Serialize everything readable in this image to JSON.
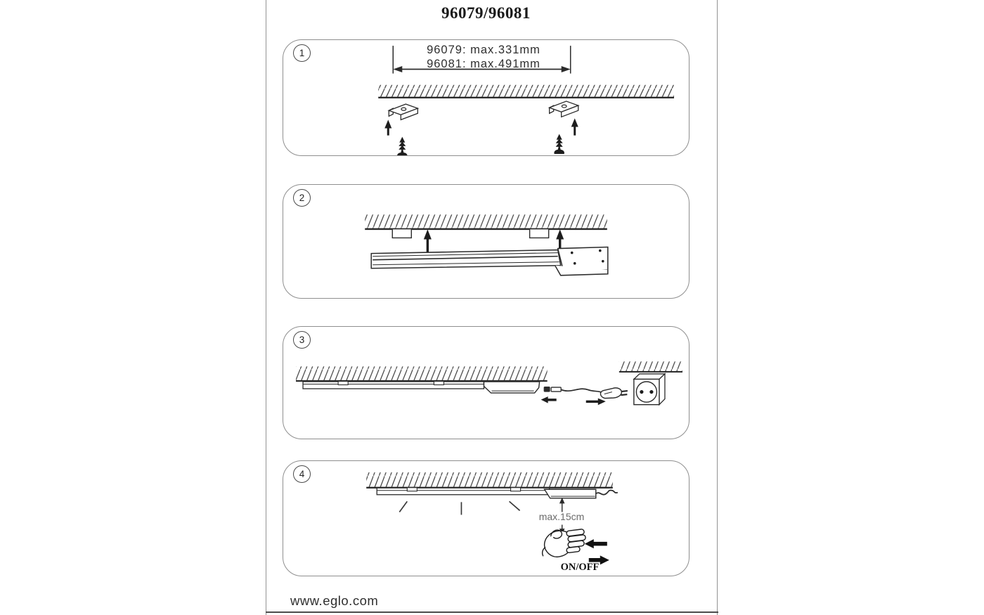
{
  "page": {
    "title": "96079/96081",
    "footer_url": "www.eglo.com"
  },
  "steps": [
    {
      "number": "1",
      "dim_line1": "96079: max.331mm",
      "dim_line2": "96081: max.491mm"
    },
    {
      "number": "2"
    },
    {
      "number": "3"
    },
    {
      "number": "4",
      "distance_label": "max.15cm",
      "switch_label": "ON/OFF"
    }
  ],
  "colors": {
    "line_art": "#2b2b2b",
    "panel_border": "#8f8f8f",
    "muted_text": "#6b6b6b",
    "text": "#1d1d1d"
  },
  "icons": {
    "step-circle": "circled step number",
    "dimension-arrow": "↔",
    "arrow-up": "↑",
    "arrow-left": "←",
    "arrow-right": "→",
    "distance-arrow": "↕",
    "ceiling-hatch": "hatched ceiling surface",
    "mounting-bracket": "ceiling mounting bracket",
    "screw-anchor": "screw with wall plug",
    "light-bar": "linear LED luminaire",
    "mounting-tab": "bracket tab",
    "power-connector": "inline cable connector",
    "power-plug": "two-pin power plug",
    "power-socket": "wall outlet",
    "power-cord": "flexible cord",
    "light-rays": "emitted light",
    "hand": "waving hand (sensor gesture)"
  }
}
